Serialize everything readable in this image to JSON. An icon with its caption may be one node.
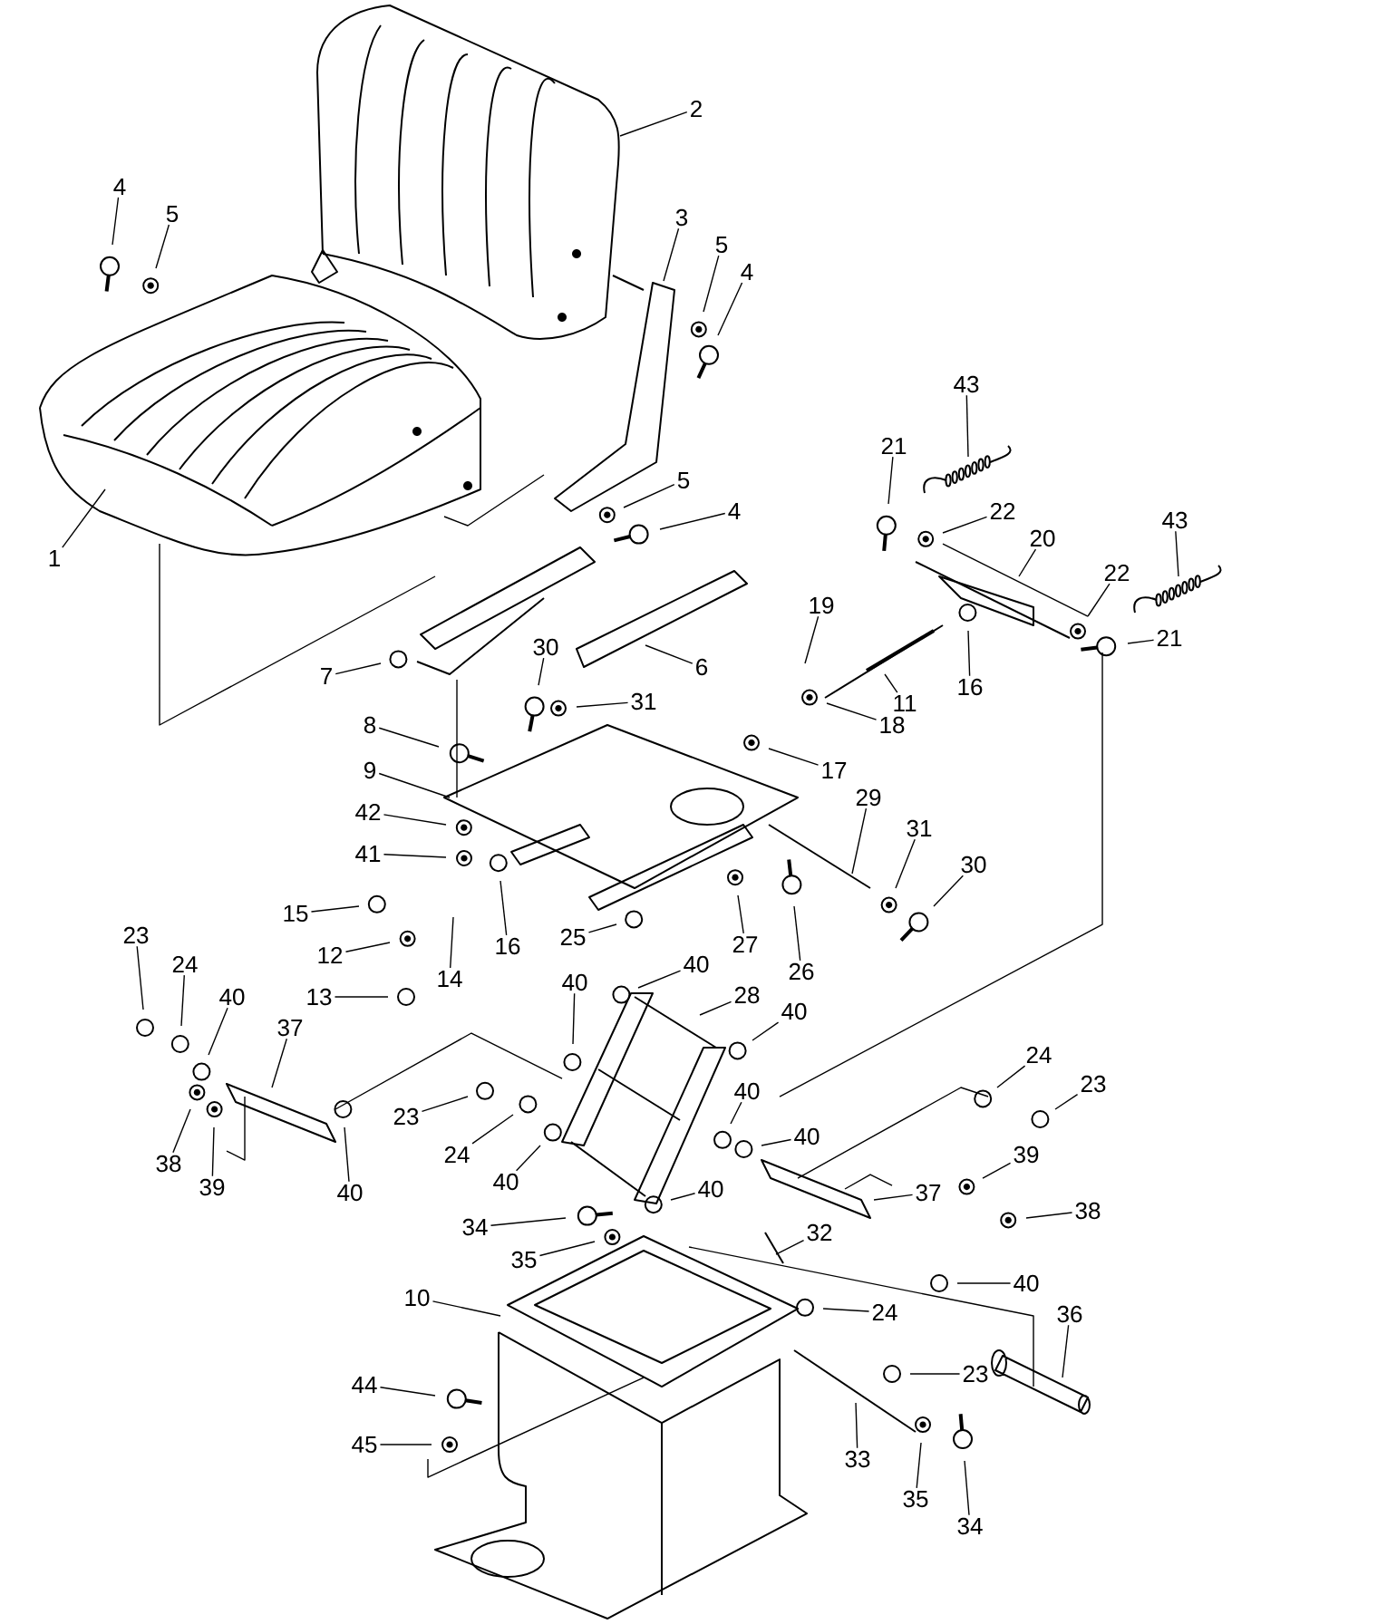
{
  "diagram": {
    "nodes": [
      {
        "text": [
          "1"
        ]
      },
      {
        "text": [
          "2"
        ]
      },
      {
        "text": [
          "3"
        ]
      },
      {
        "text": [
          "4"
        ]
      },
      {
        "text": [
          "5"
        ]
      },
      {
        "text": [
          "5"
        ]
      },
      {
        "text": [
          "4"
        ]
      },
      {
        "text": [
          "5"
        ]
      },
      {
        "text": [
          "4"
        ]
      },
      {
        "text": [
          "43"
        ]
      },
      {
        "text": [
          "21"
        ]
      },
      {
        "text": [
          "22"
        ]
      },
      {
        "text": [
          "20"
        ]
      },
      {
        "text": [
          "43"
        ]
      },
      {
        "text": [
          "22"
        ]
      },
      {
        "text": [
          "21"
        ]
      },
      {
        "text": [
          "19"
        ]
      },
      {
        "text": [
          "11"
        ]
      },
      {
        "text": [
          "16"
        ]
      },
      {
        "text": [
          "18"
        ]
      },
      {
        "text": [
          "17"
        ]
      },
      {
        "text": [
          "6"
        ]
      },
      {
        "text": [
          "30"
        ]
      },
      {
        "text": [
          "31"
        ]
      },
      {
        "text": [
          "7"
        ]
      },
      {
        "text": [
          "8"
        ]
      },
      {
        "text": [
          "9"
        ]
      },
      {
        "text": [
          "42"
        ]
      },
      {
        "text": [
          "41"
        ]
      },
      {
        "text": [
          "29"
        ]
      },
      {
        "text": [
          "31"
        ]
      },
      {
        "text": [
          "30"
        ]
      },
      {
        "text": [
          "27"
        ]
      },
      {
        "text": [
          "26"
        ]
      },
      {
        "text": [
          "25"
        ]
      },
      {
        "text": [
          "15"
        ]
      },
      {
        "text": [
          "12"
        ]
      },
      {
        "text": [
          "14"
        ]
      },
      {
        "text": [
          "16"
        ]
      },
      {
        "text": [
          "28"
        ]
      },
      {
        "text": [
          "13"
        ]
      },
      {
        "text": [
          "23"
        ]
      },
      {
        "text": [
          "24"
        ]
      },
      {
        "text": [
          "40"
        ]
      },
      {
        "text": [
          "37"
        ]
      },
      {
        "text": [
          "38"
        ]
      },
      {
        "text": [
          "39"
        ]
      },
      {
        "text": [
          "40"
        ]
      },
      {
        "text": [
          "40"
        ]
      },
      {
        "text": [
          "40"
        ]
      },
      {
        "text": [
          "40"
        ]
      },
      {
        "text": [
          "40"
        ]
      },
      {
        "text": [
          "40"
        ]
      },
      {
        "text": [
          "40"
        ]
      },
      {
        "text": [
          "40"
        ]
      },
      {
        "text": [
          "23"
        ]
      },
      {
        "text": [
          "24"
        ]
      },
      {
        "text": [
          "24"
        ]
      },
      {
        "text": [
          "23"
        ]
      },
      {
        "text": [
          "39"
        ]
      },
      {
        "text": [
          "38"
        ]
      },
      {
        "text": [
          "37"
        ]
      },
      {
        "text": [
          "40"
        ]
      },
      {
        "text": [
          "32"
        ]
      },
      {
        "text": [
          "24"
        ]
      },
      {
        "text": [
          "23"
        ]
      },
      {
        "text": [
          "36"
        ]
      },
      {
        "text": [
          "34"
        ]
      },
      {
        "text": [
          "35"
        ]
      },
      {
        "text": [
          "10"
        ]
      },
      {
        "text": [
          "44"
        ]
      },
      {
        "text": [
          "45"
        ]
      },
      {
        "text": [
          "33"
        ]
      },
      {
        "text": [
          "35"
        ]
      },
      {
        "text": [
          "34"
        ]
      }
    ],
    "edges": [
      {
        "from": 0,
        "to": null,
        "arrow": "none"
      },
      {
        "from": 1,
        "to": null,
        "arrow": "none"
      },
      {
        "from": 2,
        "to": null,
        "arrow": "none"
      },
      {
        "from": 3,
        "to": null,
        "arrow": "none"
      },
      {
        "from": 4,
        "to": null,
        "arrow": "none"
      },
      {
        "from": 5,
        "to": null,
        "arrow": "none"
      },
      {
        "from": 6,
        "to": null,
        "arrow": "none"
      },
      {
        "from": 7,
        "to": null,
        "arrow": "none"
      },
      {
        "from": 8,
        "to": null,
        "arrow": "none"
      },
      {
        "from": 9,
        "to": null,
        "arrow": "none"
      },
      {
        "from": 10,
        "to": null,
        "arrow": "none"
      },
      {
        "from": 11,
        "to": null,
        "arrow": "none"
      },
      {
        "from": 12,
        "to": null,
        "arrow": "none"
      },
      {
        "from": 13,
        "to": null,
        "arrow": "none"
      },
      {
        "from": 14,
        "to": null,
        "arrow": "none"
      },
      {
        "from": 15,
        "to": null,
        "arrow": "none"
      },
      {
        "from": 16,
        "to": null,
        "arrow": "none"
      },
      {
        "from": 17,
        "to": null,
        "arrow": "none"
      },
      {
        "from": 18,
        "to": null,
        "arrow": "none"
      },
      {
        "from": 19,
        "to": null,
        "arrow": "none"
      },
      {
        "from": 20,
        "to": null,
        "arrow": "none"
      },
      {
        "from": 21,
        "to": null,
        "arrow": "none"
      },
      {
        "from": 22,
        "to": null,
        "arrow": "none"
      },
      {
        "from": 23,
        "to": null,
        "arrow": "none"
      },
      {
        "from": 24,
        "to": null,
        "arrow": "none"
      },
      {
        "from": 25,
        "to": null,
        "arrow": "none"
      },
      {
        "from": 26,
        "to": null,
        "arrow": "none"
      },
      {
        "from": 27,
        "to": null,
        "arrow": "none"
      },
      {
        "from": 28,
        "to": null,
        "arrow": "none"
      },
      {
        "from": 29,
        "to": null,
        "arrow": "none"
      },
      {
        "from": 30,
        "to": null,
        "arrow": "none"
      },
      {
        "from": 31,
        "to": null,
        "arrow": "none"
      },
      {
        "from": 32,
        "to": null,
        "arrow": "none"
      },
      {
        "from": 33,
        "to": null,
        "arrow": "none"
      },
      {
        "from": 34,
        "to": null,
        "arrow": "none"
      },
      {
        "from": 35,
        "to": null,
        "arrow": "none"
      },
      {
        "from": 36,
        "to": null,
        "arrow": "none"
      },
      {
        "from": 37,
        "to": null,
        "arrow": "none"
      },
      {
        "from": 38,
        "to": null,
        "arrow": "none"
      },
      {
        "from": 39,
        "to": null,
        "arrow": "none"
      },
      {
        "from": 40,
        "to": null,
        "arrow": "none"
      },
      {
        "from": 41,
        "to": null,
        "arrow": "none"
      },
      {
        "from": 42,
        "to": null,
        "arrow": "none"
      },
      {
        "from": 43,
        "to": null,
        "arrow": "none"
      },
      {
        "from": 44,
        "to": null,
        "arrow": "none"
      },
      {
        "from": 45,
        "to": null,
        "arrow": "none"
      },
      {
        "from": 46,
        "to": null,
        "arrow": "none"
      },
      {
        "from": 47,
        "to": null,
        "arrow": "none"
      },
      {
        "from": 48,
        "to": null,
        "arrow": "none"
      },
      {
        "from": 49,
        "to": null,
        "arrow": "none"
      },
      {
        "from": 50,
        "to": null,
        "arrow": "none"
      },
      {
        "from": 51,
        "to": null,
        "arrow": "none"
      },
      {
        "from": 52,
        "to": null,
        "arrow": "none"
      },
      {
        "from": 53,
        "to": null,
        "arrow": "none"
      },
      {
        "from": 54,
        "to": null,
        "arrow": "none"
      },
      {
        "from": 55,
        "to": null,
        "arrow": "none"
      },
      {
        "from": 56,
        "to": null,
        "arrow": "none"
      },
      {
        "from": 57,
        "to": null,
        "arrow": "none"
      },
      {
        "from": 58,
        "to": null,
        "arrow": "none"
      },
      {
        "from": 59,
        "to": null,
        "arrow": "none"
      },
      {
        "from": 60,
        "to": null,
        "arrow": "none"
      },
      {
        "from": 61,
        "to": null,
        "arrow": "none"
      },
      {
        "from": 62,
        "to": null,
        "arrow": "none"
      },
      {
        "from": 63,
        "to": null,
        "arrow": "none"
      },
      {
        "from": 64,
        "to": null,
        "arrow": "none"
      },
      {
        "from": 65,
        "to": null,
        "arrow": "none"
      },
      {
        "from": 66,
        "to": null,
        "arrow": "none"
      },
      {
        "from": 67,
        "to": null,
        "arrow": "none"
      },
      {
        "from": 68,
        "to": null,
        "arrow": "none"
      },
      {
        "from": 69,
        "to": null,
        "arrow": "none"
      },
      {
        "from": 70,
        "to": null,
        "arrow": "none"
      },
      {
        "from": 71,
        "to": null,
        "arrow": "none"
      },
      {
        "from": 72,
        "to": null,
        "arrow": "none"
      },
      {
        "from": 73,
        "to": null,
        "arrow": "none"
      },
      {
        "from": 74,
        "to": null,
        "arrow": "none"
      }
    ]
  }
}
